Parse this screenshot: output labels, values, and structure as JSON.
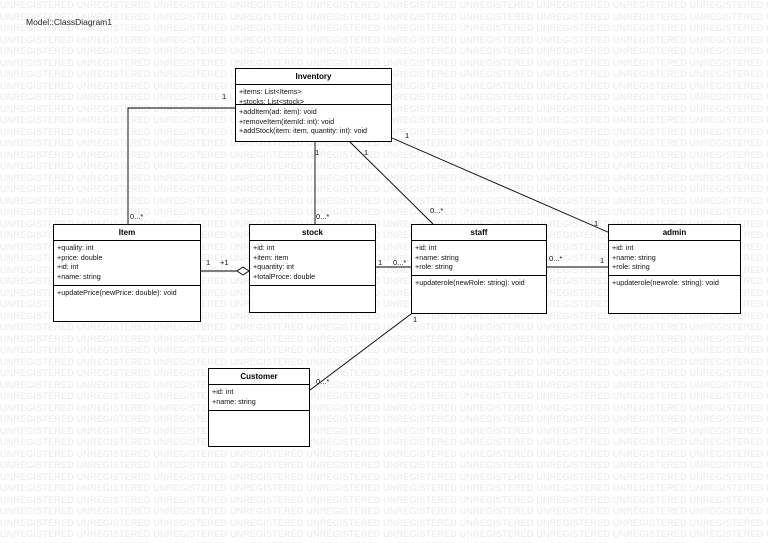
{
  "diagram_title": "Model::ClassDiagram1",
  "watermark_text": "UNREGISTERED",
  "classes": {
    "inventory": {
      "name": "Inventory",
      "attributes": [
        "+items: List<Items>",
        "+stocks: List<stock>"
      ],
      "operations": [
        "+addItem(ad: item): void",
        "+removeItem(itemId: int): void",
        "+addStock(item: item, quantity: int): void"
      ]
    },
    "item": {
      "name": "Item",
      "attributes": [
        "+quality: int",
        "+price: double",
        "+id: int",
        "+name: string"
      ],
      "operations": [
        "+updatePrice(newPrice: double): void"
      ]
    },
    "stock": {
      "name": "stock",
      "attributes": [
        "+id: int",
        "+item: item",
        "+quantity: int",
        "+totalProce: double"
      ],
      "operations": []
    },
    "staff": {
      "name": "staff",
      "attributes": [
        "+id: int",
        "+name: string",
        "+role: string"
      ],
      "operations": [
        "+updaterole(newRole: string): void"
      ]
    },
    "admin": {
      "name": "admin",
      "attributes": [
        "+id: int",
        "+name: string",
        "+role: string"
      ],
      "operations": [
        "+updaterole(newrole: string): void"
      ]
    },
    "customer": {
      "name": "Customer",
      "attributes": [
        "+id: int",
        "+name: string"
      ],
      "operations": []
    }
  },
  "multiplicities": {
    "inv_item_inv": "1",
    "inv_item_item": "0...*",
    "inv_stock_inv": "1",
    "inv_stock_stock": "0...*",
    "inv_staff_inv": "1",
    "inv_staff_staff": "0...*",
    "inv_admin_inv": "1",
    "inv_admin_admin": "1",
    "item_stock_item": "1",
    "item_stock_stock": "+1",
    "stock_staff_stock": "1",
    "stock_staff_staff": "0...*",
    "staff_admin_staff": "0...*",
    "staff_admin_admin": "1",
    "staff_customer_staff": "1",
    "staff_customer_customer": "0...*"
  }
}
